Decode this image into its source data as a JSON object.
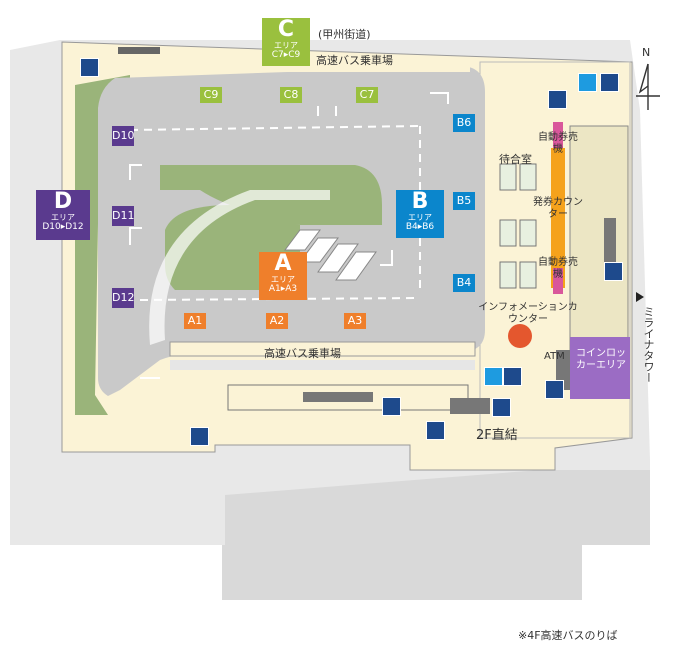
{
  "colors": {
    "area_a": "#ef7f2b",
    "area_b": "#0b86cc",
    "area_c": "#9ac03e",
    "area_d": "#5a3a8e",
    "grass": "#9ab47a",
    "road": "#c9c9c9",
    "floor": "#fbf3d6",
    "ticket": "#f5a21c",
    "vending": "#d9579b",
    "locker": "#9b6cc4",
    "info": "#e4572e",
    "facility_icon": "#1e4a8c"
  },
  "areas": {
    "c": {
      "letter": "C",
      "sub": "エリア",
      "range": "C7▸C9",
      "note": "(甲州街道)"
    },
    "d": {
      "letter": "D",
      "sub": "エリア",
      "range": "D10▸D12"
    },
    "b": {
      "letter": "B",
      "sub": "エリア",
      "range": "B4▸B6"
    },
    "a": {
      "letter": "A",
      "sub": "エリア",
      "range": "A1▸A3"
    }
  },
  "bays": {
    "c9": "C9",
    "c8": "C8",
    "c7": "C7",
    "d10": "D10",
    "d11": "D11",
    "d12": "D12",
    "b6": "B6",
    "b5": "B5",
    "b4": "B4",
    "a1": "A1",
    "a2": "A2",
    "a3": "A3"
  },
  "labels": {
    "bus_platform_top": "高速バス乗車場",
    "bus_platform_bottom": "高速バス乗車場",
    "waiting_room": "待合室",
    "ticket_machine_1": "自動券売機",
    "ticket_counter": "発券カウンター",
    "ticket_machine_2": "自動券売機",
    "information_counter": "インフォメーションカウンター",
    "atm": "ATM",
    "coin_locker": "コインロッカーエリア",
    "direct_2f": "2F直結",
    "mirai_tower": "ミライナタワー",
    "north": "N",
    "footnote": "※4F高速バスのりば"
  },
  "icons": [
    "elevator-icon",
    "toilet-icon",
    "escalator-icon",
    "wheelchair-icon"
  ]
}
